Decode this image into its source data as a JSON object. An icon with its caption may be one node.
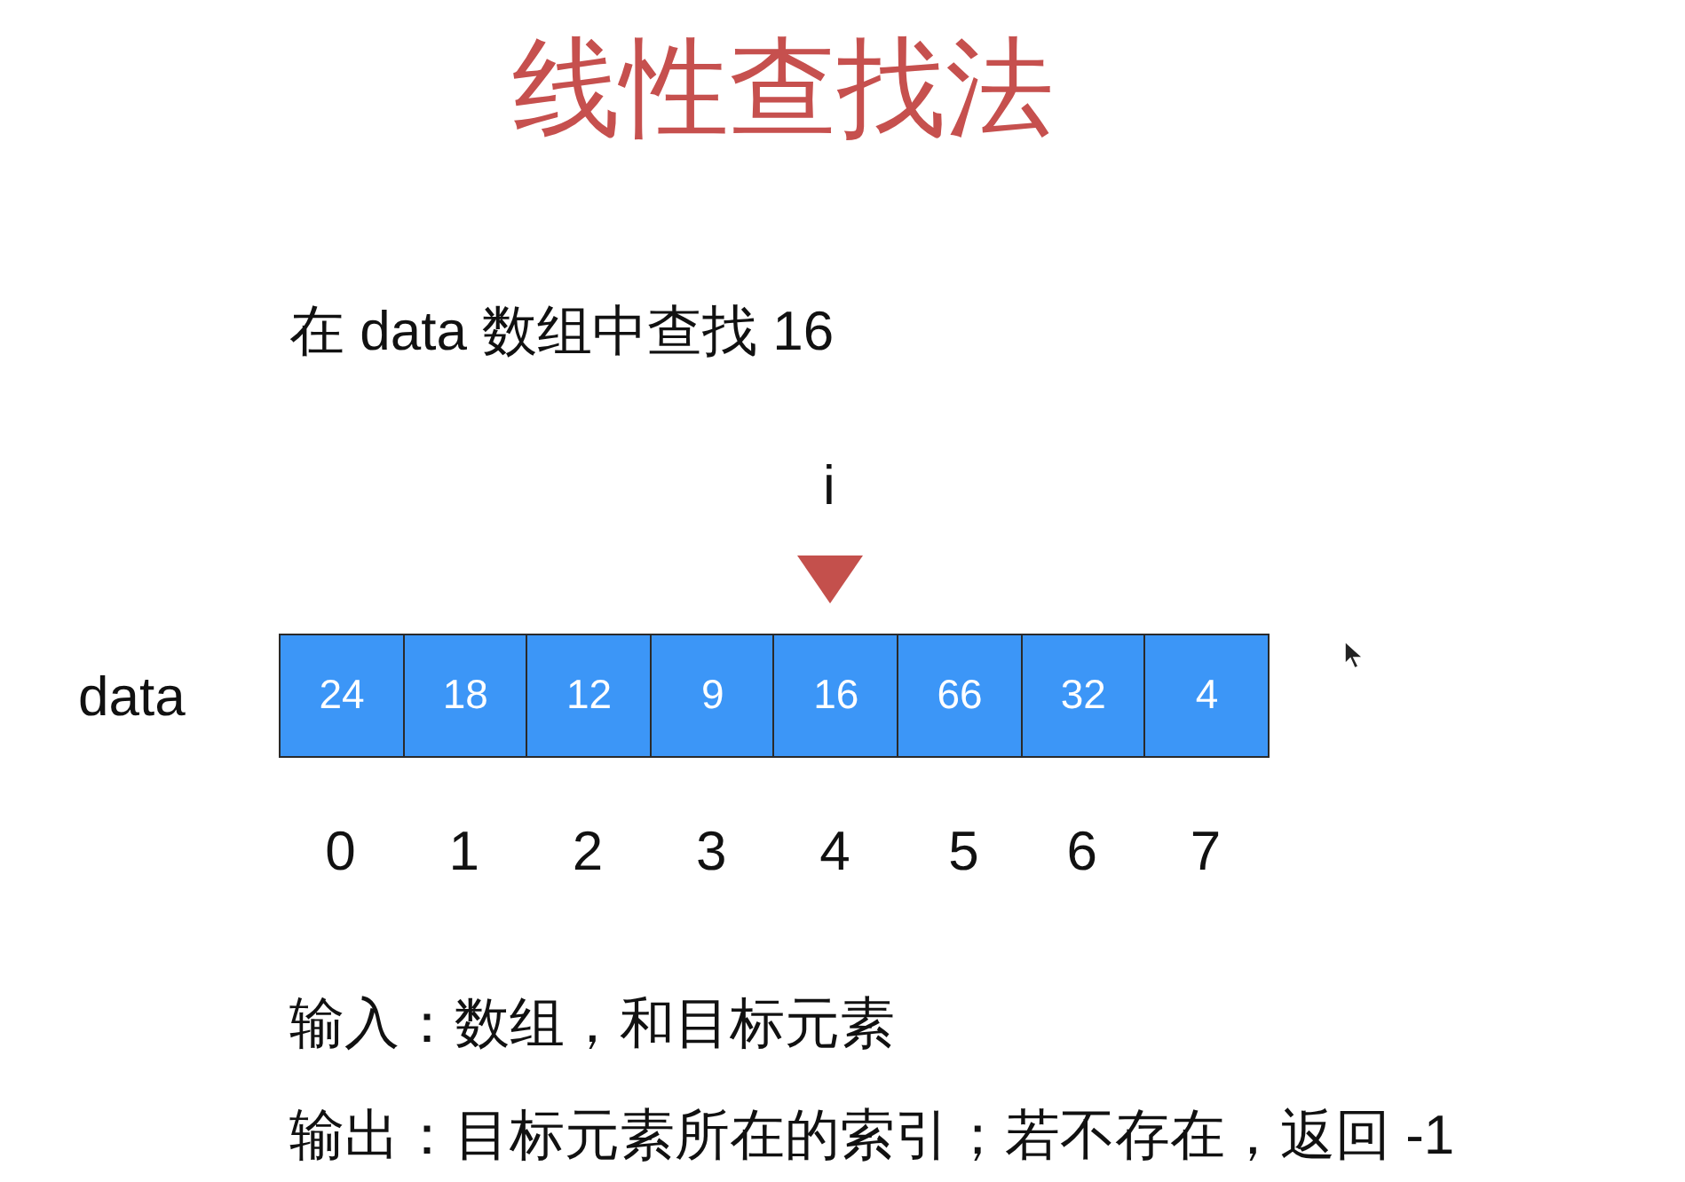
{
  "diagram": {
    "title": "线性查找法",
    "nodes": [
      {
        "text": [
          "24"
        ],
        "beside": [
          "0"
        ]
      },
      {
        "text": [
          "18"
        ],
        "beside": [
          "1"
        ]
      },
      {
        "text": [
          "12"
        ],
        "beside": [
          "2"
        ]
      },
      {
        "text": [
          "9"
        ],
        "beside": [
          "3"
        ]
      },
      {
        "text": [
          "16"
        ],
        "beside": [
          "4"
        ]
      },
      {
        "text": [
          "66"
        ],
        "beside": [
          "5"
        ]
      },
      {
        "text": [
          "32"
        ],
        "beside": [
          "6"
        ]
      },
      {
        "text": [
          "4"
        ],
        "beside": [
          "7"
        ]
      }
    ],
    "labels": [
      "在 data 数组中查找 16",
      "i",
      "data",
      "输入：数组，和目标元素",
      "输出：目标元素所在的索引；若不存在，返回 -1"
    ]
  }
}
